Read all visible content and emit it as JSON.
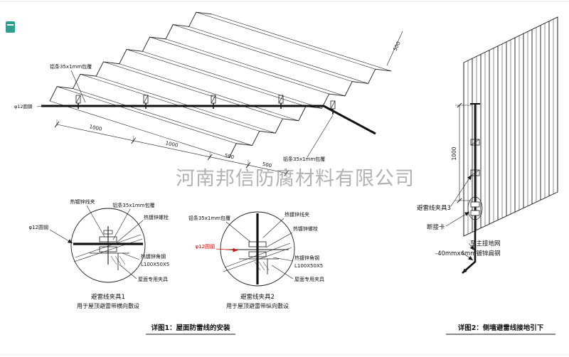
{
  "watermark": {
    "text": "河南邦信防腐材料有限公司"
  },
  "figure1": {
    "caption": "详图1：屋面防雷线的安装",
    "roof": {
      "strip_top": "铝条35x1mm包覆",
      "strip_right": "铝条35x1mm包覆",
      "rod": "φ12圆钢",
      "dim_a": "1000",
      "dim_b": "1000",
      "dim_c": "500",
      "dim_d": "500",
      "dim_e": "500"
    },
    "detail1": {
      "title": "避雷线夹具1",
      "subtitle": "用于屋顶避雷带横向敷设",
      "labels": {
        "clamp": "热镀锌线夹",
        "strip": "铝条35x1mm包覆",
        "bolt": "热镀锌螺栓",
        "rod": "φ12圆钢",
        "angle": "热镀锌角钢",
        "angle_spec": "L100X50X5",
        "fixture": "屋面专用夹具"
      }
    },
    "detail2": {
      "title": "避雷线夹具2",
      "subtitle": "用于屋顶避雷带纵向敷设",
      "labels": {
        "strip": "铝条35x1mm包覆",
        "clamp": "热镀锌线夹",
        "bolt": "热镀锌螺栓",
        "rod": "φ12圆钢",
        "angle": "热镀锌角钢",
        "angle_spec": "L100X50X5",
        "fixture": "屋面专用夹具"
      }
    }
  },
  "figure2": {
    "caption": "详图2：侧墙避雷线接地引下",
    "dim_height": "1000",
    "labels": {
      "clamp3": "避雷线夹具3",
      "disconnect": "断接卡",
      "to_ground": "至主接地网",
      "flat_steel": "-40mmx4mm镀锌扁钢"
    }
  },
  "icons": {
    "stamp": "green-seal-icon"
  },
  "colors": {
    "line": "#1a1a1a",
    "red": "#cc1111",
    "watermark": "#a0a0a0",
    "logo": "#2f9e8f"
  }
}
